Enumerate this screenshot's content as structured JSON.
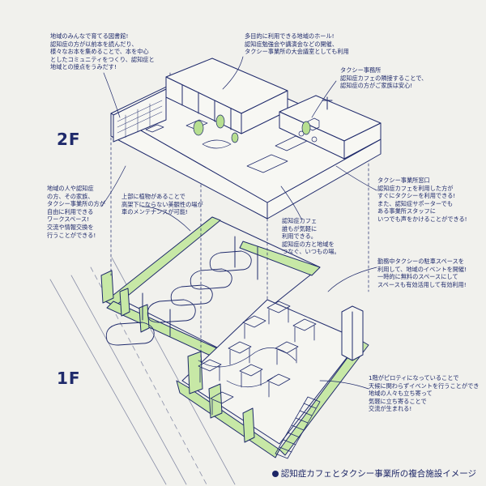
{
  "floors": {
    "upper": "2F",
    "lower": "1F"
  },
  "caption": "認知症カフェとタクシー事業所の複合施設イメージ",
  "annotations": {
    "library": "地域のみんなで育てる図書館!\n認知症の方が以前本を読んだり、\n様々なお本を集めることで、本を中心\nとしたコミュニティをつくり、認知症と\n地域との接点をうみだす!",
    "hall": "多目的に利用できる地域のホール!\n認知症勉強会や講演会などの開催、\nタクシー事業所の大会議室としても利用",
    "taxi_office": "タクシー事務所\n認知症カフェの隣接することで、\n認知症の方がご家族は安心!",
    "workspace": "地域の人や認知症\nの方、その家族、\nタクシー事業所の方が\n自由に利用できる\nワークスペース!\n交流や情報交換を\n行うことができる!",
    "roof": "上部に植物があることで\n高架下にならない美観性の場が\n車のメンテナンスが可能!",
    "taxi_window": "タクシー事業所窓口\n認知症カフェを利用した方が\nすぐにタクシーを利用できる!\nまた、認知症サポーターでも\nある事業所スタッフに\nいつでも声をかけることができる!",
    "cafe": "認知症カフェ\n誰もが気軽に\n利用できる。\n認知症の方と地域を\nつなぐ、いつもの場。",
    "parking": "勤務中タクシーの駐車スペースを\n利用して、地域のイベントを開催!\n一時的に無料のスペースにして\nスペースも有効活用して有効利用!",
    "piloti": "1階がピロティになっていることで\n天候に関わらずイベントを行うことができ\n地域の人々も立ち寄って\n気軽に立ち寄ることで\n交流が生まれる!"
  }
}
